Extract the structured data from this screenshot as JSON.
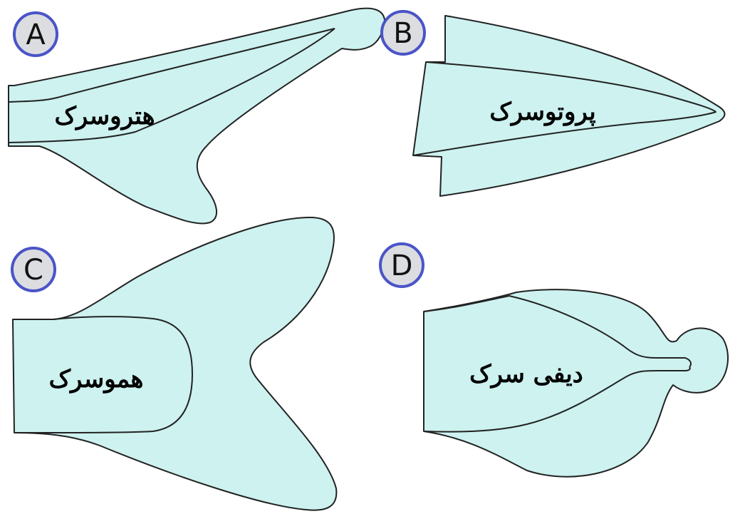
{
  "panels": [
    {
      "letter": "A",
      "label": "هتروسرک"
    },
    {
      "letter": "B",
      "label": "پروتوسرک"
    },
    {
      "letter": "C",
      "label": "هموسرک"
    },
    {
      "letter": "D",
      "label": "دیفی سرک"
    }
  ],
  "colors": {
    "fin_fill": "#cdf2f0",
    "outline": "#222222",
    "badge_ring": "#4a54c8",
    "badge_fill": "#dcdde0"
  }
}
